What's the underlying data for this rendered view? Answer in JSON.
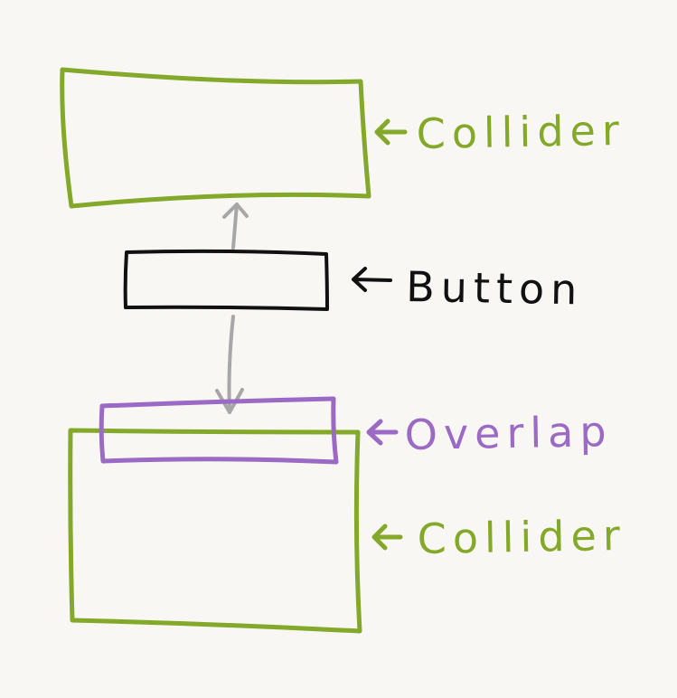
{
  "colors": {
    "background": "#f8f7f4",
    "collider": "#84a829",
    "button": "#111111",
    "overlap": "#9b6ac4",
    "motion_arrow": "#a7a7a7"
  },
  "labels": {
    "top_collider": "Collider",
    "button": "Button",
    "overlap": "Overlap",
    "bottom_collider": "Collider"
  },
  "icons": {
    "label_pointer": "left-arrow-icon",
    "motion_up": "up-arrow-icon",
    "motion_down": "down-arrow-icon"
  }
}
